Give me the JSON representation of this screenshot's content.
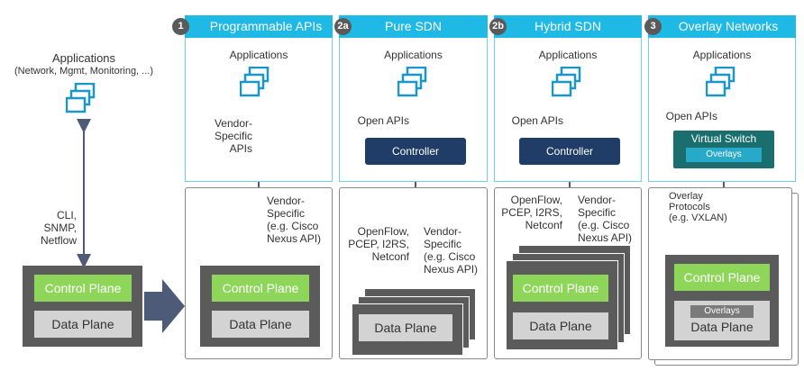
{
  "left": {
    "apps_title": "Applications",
    "apps_subtitle": "(Network, Mgmt, Monitoring, ...)",
    "protocols": [
      "CLI,",
      "SNMP,",
      "Netflow"
    ],
    "control_plane": "Control Plane",
    "data_plane": "Data Plane"
  },
  "columns": [
    {
      "number": "1",
      "title": "Programmable APIs",
      "applications": "Applications",
      "upper_api": [
        "Vendor-",
        "Specific",
        "APIs"
      ],
      "lower_api": [
        "Vendor-",
        "Specific",
        "(e.g. Cisco",
        "Nexus API)"
      ],
      "control_plane": "Control Plane",
      "data_plane": "Data Plane"
    },
    {
      "number": "2a",
      "title": "Pure SDN",
      "applications": "Applications",
      "open_apis": "Open APIs",
      "controller": "Controller",
      "lower_left": [
        "OpenFlow,",
        "PCEP, I2RS,",
        "Netconf"
      ],
      "lower_right": [
        "Vendor-",
        "Specific",
        "(e.g. Cisco",
        "Nexus API)"
      ],
      "data_plane": "Data Plane"
    },
    {
      "number": "2b",
      "title": "Hybrid SDN",
      "applications": "Applications",
      "open_apis": "Open APIs",
      "controller": "Controller",
      "lower_left": [
        "OpenFlow,",
        "PCEP, I2RS,",
        "Netconf"
      ],
      "lower_right": [
        "Vendor-",
        "Specific",
        "(e.g. Cisco",
        "Nexus API)"
      ],
      "control_plane": "Control Plane",
      "data_plane": "Data Plane"
    },
    {
      "number": "3",
      "title": "Overlay Networks",
      "applications": "Applications",
      "open_apis": "Open APIs",
      "virtual_switch": "Virtual Switch",
      "overlays_top": "Overlays",
      "overlay_protocols": [
        "Overlay",
        "Protocols",
        "(e.g. VXLAN)"
      ],
      "control_plane": "Control Plane",
      "overlays_bottom": "Overlays",
      "data_plane": "Data Plane"
    }
  ],
  "colors": {
    "header": "#1fb9e6",
    "controller": "#1f3d66",
    "virtual_switch": "#1a6e6e",
    "control_plane": "#8dd65a",
    "data_plane": "#d3d3d3",
    "device": "#5b5b5b",
    "arrow": "#4d5a78"
  }
}
